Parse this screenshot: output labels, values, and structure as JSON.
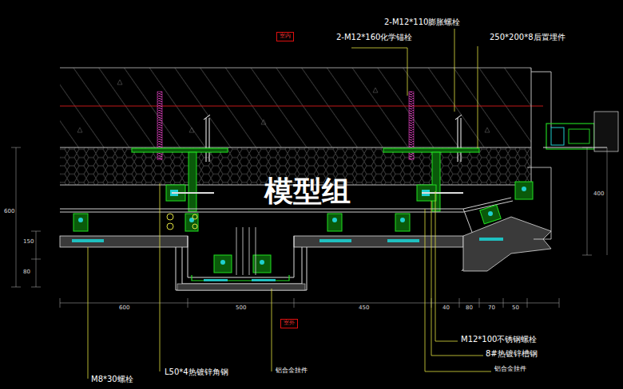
{
  "diagram": {
    "nodes": [
      {
        "text": [
          "室内"
        ]
      },
      {
        "text": [
          "室外"
        ]
      }
    ],
    "labels": [
      "2-M12*110膨胀螺栓",
      "2-M12*160化学锚栓",
      "250*200*8后置埋件",
      "模型组",
      "M12*100不锈钢螺栓",
      "8#热镀锌槽钢",
      "铝合金挂件",
      "M8*30螺栓",
      "L50*4热镀锌角钢",
      "铝合金挂件",
      "600",
      "150",
      "80",
      "600",
      "500",
      "450",
      "40",
      "80",
      "70",
      "50",
      "400"
    ]
  }
}
